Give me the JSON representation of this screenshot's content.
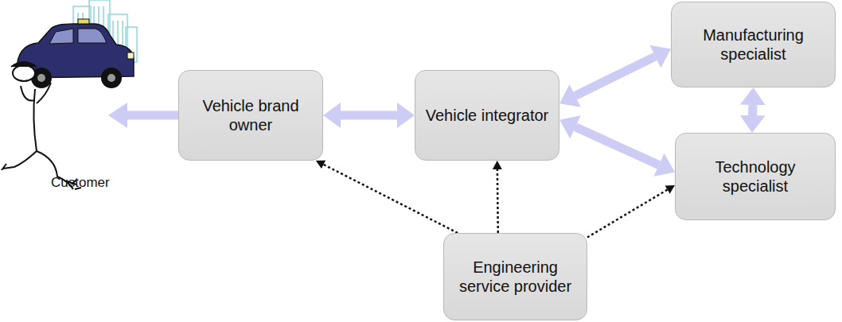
{
  "diagram": {
    "nodes": [
      {
        "text": [
          "Vehicle brand owner"
        ]
      },
      {
        "text": [
          "Vehicle integrator"
        ]
      },
      {
        "text": [
          "Manufacturing specialist"
        ]
      },
      {
        "text": [
          "Technology specialist"
        ]
      },
      {
        "text": [
          "Engineering service provider"
        ]
      }
    ],
    "edges": [
      {
        "from": 0,
        "to": 1,
        "arrow": "both"
      },
      {
        "from": 1,
        "to": 2,
        "arrow": "both"
      },
      {
        "from": 1,
        "to": 3,
        "arrow": "both"
      },
      {
        "from": 2,
        "to": 3,
        "arrow": "both"
      },
      {
        "from": 4,
        "to": 0,
        "arrow": "to"
      },
      {
        "from": 4,
        "to": 1,
        "arrow": "to"
      },
      {
        "from": 4,
        "to": 3,
        "arrow": "to"
      }
    ],
    "labels": [
      "Customer"
    ]
  }
}
